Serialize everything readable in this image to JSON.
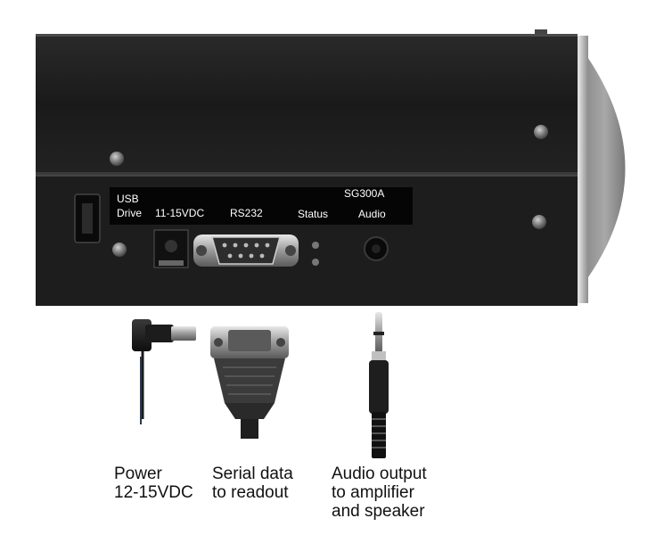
{
  "device": {
    "model": "SG300A",
    "panel_labels": {
      "usb_line1": "USB",
      "usb_line2": "Drive",
      "power": "11-15VDC",
      "rs232": "RS232",
      "status": "Status",
      "audio": "Audio"
    }
  },
  "captions": {
    "power": "Power\n12-15VDC",
    "serial": "Serial data\nto readout",
    "audio": "Audio output\nto amplifier\nand speaker"
  },
  "colors": {
    "housing": "#1c1c1c",
    "label_strip": "#050505",
    "side_plate": "#c8c8c8",
    "dome": "#9a9a9a"
  }
}
